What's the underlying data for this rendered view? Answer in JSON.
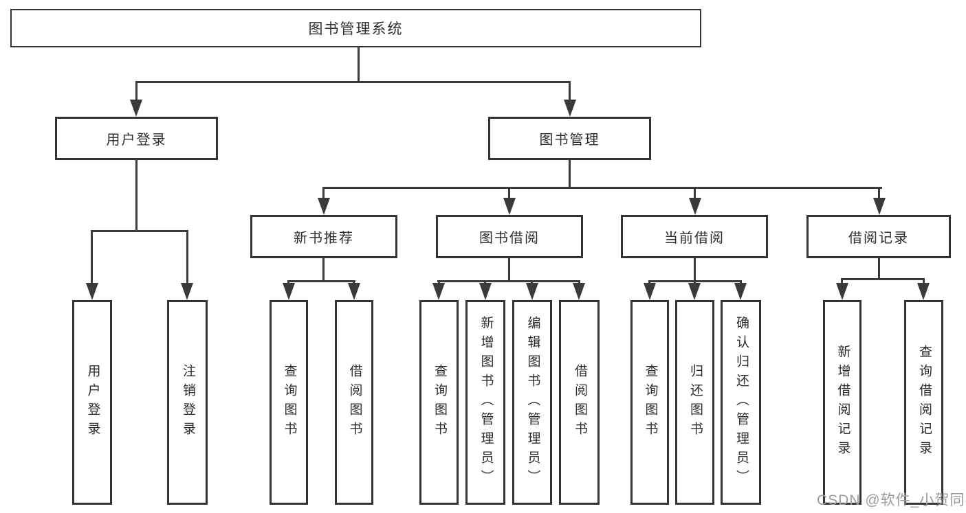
{
  "diagram_type": "hierarchy-tree",
  "tree": {
    "label": "图书管理系统",
    "children": [
      {
        "label": "用户登录",
        "children": [
          {
            "label": "用户登录"
          },
          {
            "label": "注销登录"
          }
        ]
      },
      {
        "label": "图书管理",
        "children": [
          {
            "label": "新书推荐",
            "children": [
              {
                "label": "查询图书"
              },
              {
                "label": "借阅图书"
              }
            ]
          },
          {
            "label": "图书借阅",
            "children": [
              {
                "label": "查询图书"
              },
              {
                "label": "新增图书（管理员）"
              },
              {
                "label": "编辑图书（管理员）"
              },
              {
                "label": "借阅图书"
              }
            ]
          },
          {
            "label": "当前借阅",
            "children": [
              {
                "label": "查询图书"
              },
              {
                "label": "归还图书"
              },
              {
                "label": "确认归还（管理员）"
              }
            ]
          },
          {
            "label": "借阅记录",
            "children": [
              {
                "label": "新增借阅记录"
              },
              {
                "label": "查询借阅记录"
              }
            ]
          }
        ]
      }
    ]
  },
  "watermark": {
    "text": "CSDN @软件_小贺同学"
  },
  "colors": {
    "line": "#3a3a3a",
    "border": "#343434",
    "text": "#2d2d2d",
    "watermark": "#9b9b9b",
    "background": "#ffffff"
  }
}
